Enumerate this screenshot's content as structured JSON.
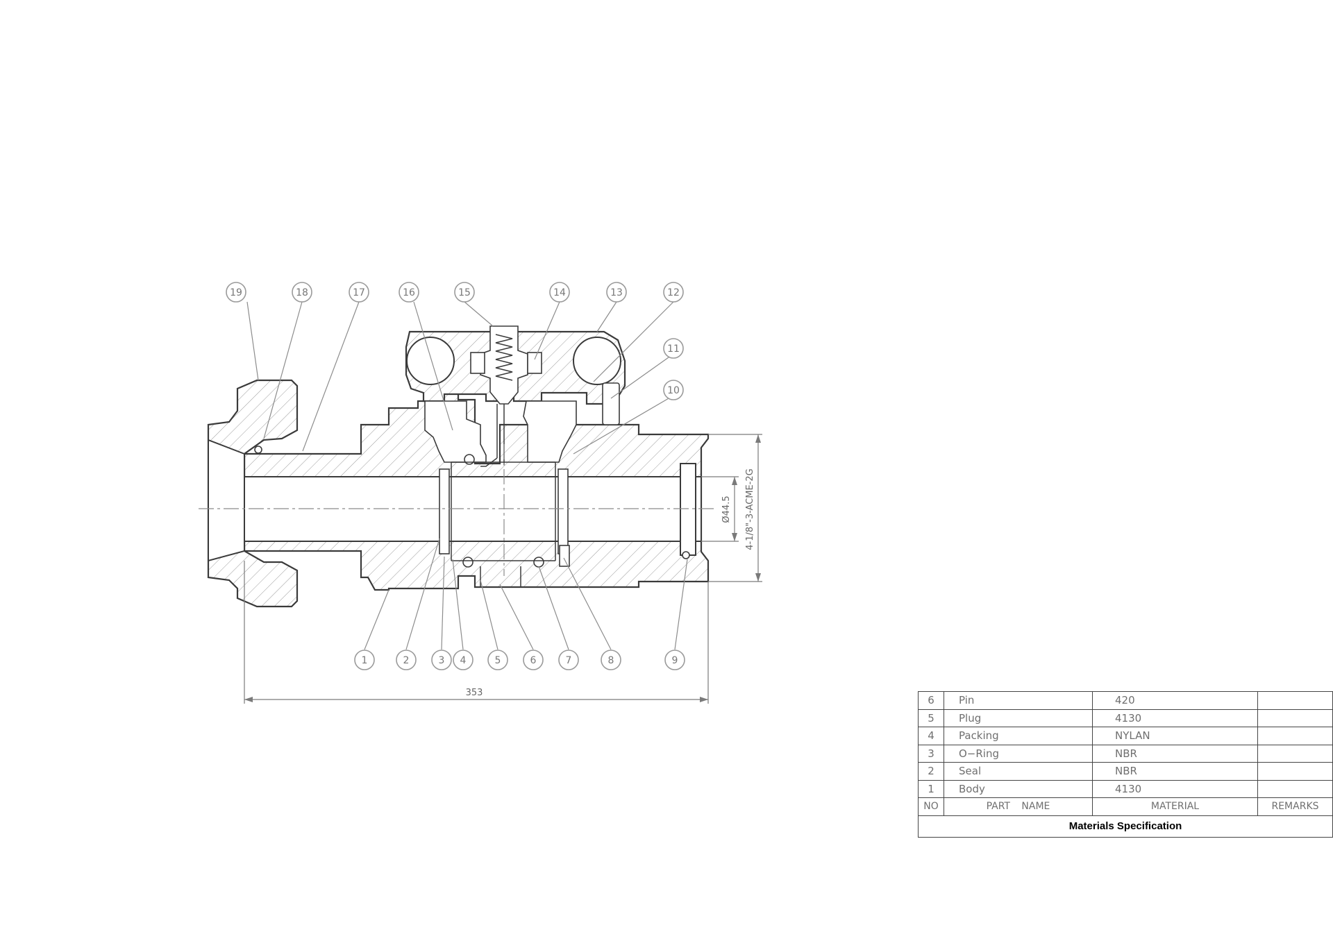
{
  "drawing": {
    "balloons": [
      "19",
      "18",
      "17",
      "16",
      "15",
      "14",
      "13",
      "12",
      "11",
      "10",
      "1",
      "2",
      "3",
      "4",
      "5",
      "6",
      "7",
      "8",
      "9"
    ],
    "dims": {
      "overall_length": "353",
      "bore_dia": "Ø44.5",
      "thread": "4-1/8\"-3-ACME-2G"
    }
  },
  "materials_table": {
    "rows": [
      {
        "no": "6",
        "name": "Pin",
        "material": "420",
        "remarks": ""
      },
      {
        "no": "5",
        "name": "Plug",
        "material": "4130",
        "remarks": ""
      },
      {
        "no": "4",
        "name": "Packing",
        "material": "NYLAN",
        "remarks": ""
      },
      {
        "no": "3",
        "name": "O−Ring",
        "material": "NBR",
        "remarks": ""
      },
      {
        "no": "2",
        "name": "Seal",
        "material": "NBR",
        "remarks": ""
      },
      {
        "no": "1",
        "name": "Body",
        "material": "4130",
        "remarks": ""
      }
    ],
    "header": {
      "no": "NO",
      "name": "PART NAME",
      "material": "MATERIAL",
      "remarks": "REMARKS"
    },
    "caption": "Materials Specification"
  }
}
